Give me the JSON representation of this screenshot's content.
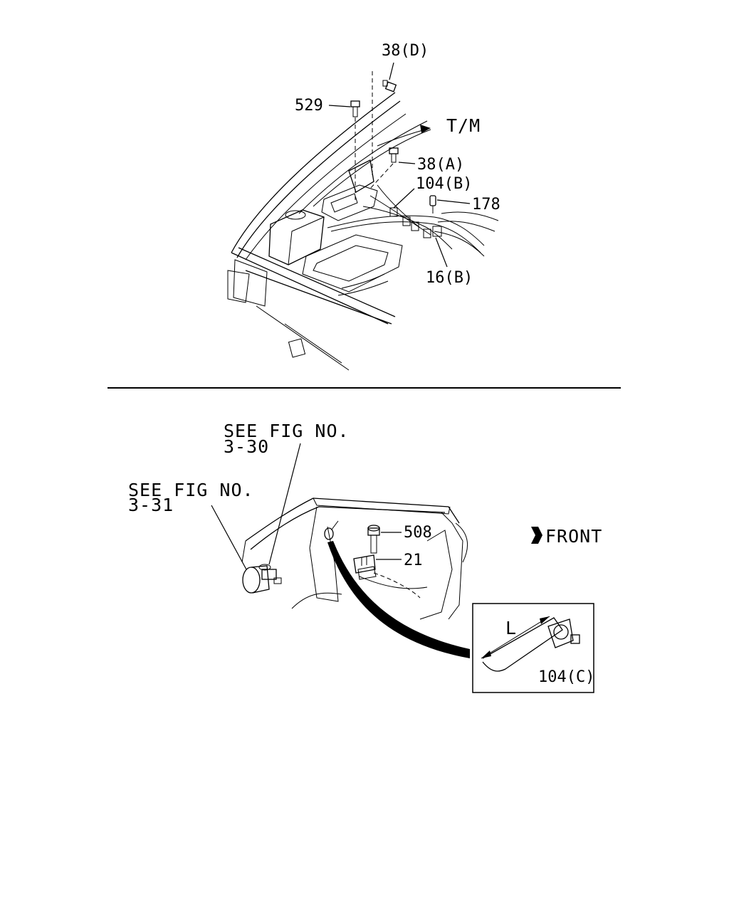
{
  "colors": {
    "ink": "#000000",
    "paper": "#ffffff"
  },
  "top_view": {
    "callouts": {
      "c_38d": "38(D)",
      "c_529": "529",
      "c_tm": "T/M",
      "c_38a": "38(A)",
      "c_104b": "104(B)",
      "c_178": "178",
      "c_16b": "16(B)"
    }
  },
  "bottom_view": {
    "see_fig_330": {
      "line1": "SEE FIG NO.",
      "line2": "3-30"
    },
    "see_fig_331": {
      "line1": "SEE FIG NO.",
      "line2": "3-31"
    },
    "callouts": {
      "c_508": "508",
      "c_21": "21"
    },
    "front_label": "FRONT",
    "detail": {
      "dimension_label": "L",
      "part_label": "104(C)"
    }
  }
}
